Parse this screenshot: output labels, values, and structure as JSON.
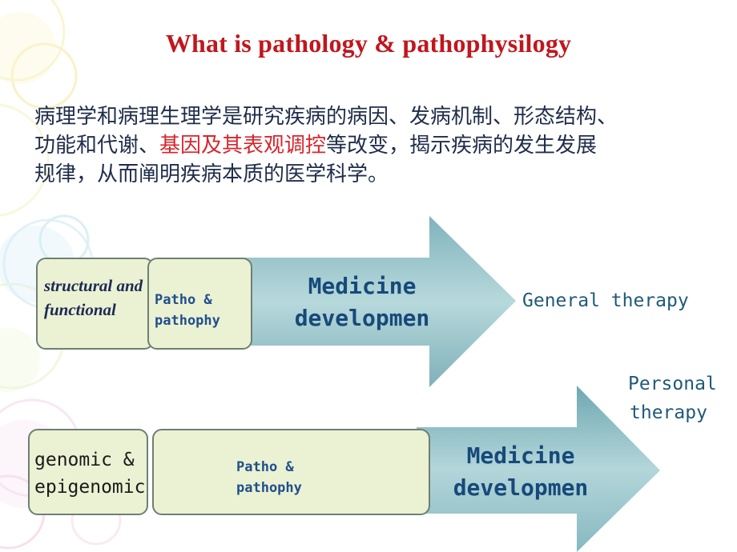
{
  "slide": {
    "title": "What is pathology & pathophysilogy",
    "paragraph": {
      "line1": "病理学和病理生理学是研究疾病的病因、发病机制、形态结构、",
      "line2_before": "功能和代谢、",
      "line2_highlight": "基因及其表观调控",
      "line2_after": "等改变，揭示疾病的发生发展",
      "line3": "规律，从而阐明疾病本质的医学科学。"
    },
    "row1": {
      "box1_line1": "structural and",
      "box1_line2": "functional",
      "box2_line1": "Patho &",
      "box2_line2": "pathophy",
      "arrow_line1": "Medicine",
      "arrow_line2": "developmen",
      "outcome": "General therapy"
    },
    "row2": {
      "box1_line1": "genomic &",
      "box1_line2": "epigenomic",
      "box2_line1": "Patho &",
      "box2_line2": "pathophy",
      "arrow_line1": "Medicine",
      "arrow_line2": "developmen",
      "outcome_line1": "Personal",
      "outcome_line2": "therapy"
    },
    "colors": {
      "title": "#c0171d",
      "highlight": "#d8262c",
      "box_fill": "#ebf1d3",
      "arrow_fill": "#9cc4ca"
    }
  }
}
